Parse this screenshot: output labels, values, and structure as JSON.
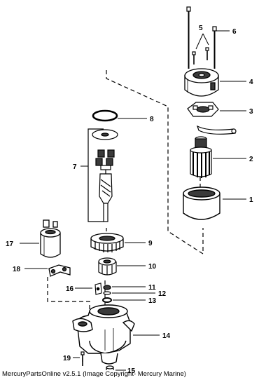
{
  "caption": "MercuryPartsOnline v2.5.1 (Image Copyright- Mercury Marine)",
  "callouts": {
    "c1": "1",
    "c2": "2",
    "c3": "3",
    "c4": "4",
    "c5": "5",
    "c6": "6",
    "c7": "7",
    "c8": "8",
    "c9": "9",
    "c10": "10",
    "c11": "11",
    "c12": "12",
    "c13": "13",
    "c14": "14",
    "c15": "15",
    "c16": "16",
    "c17": "17",
    "c18": "18",
    "c19": "19"
  },
  "colors": {
    "ink": "#000000",
    "paper": "#ffffff",
    "shade": "#3a3a3a"
  }
}
